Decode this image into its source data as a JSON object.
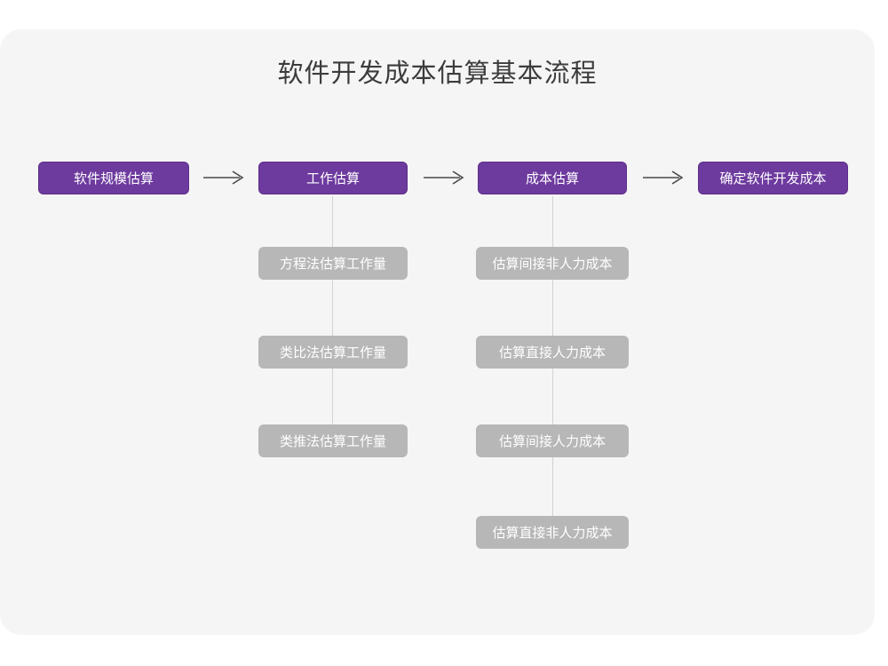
{
  "diagram": {
    "title": "软件开发成本估算基本流程",
    "colors": {
      "canvas": "#ffffff",
      "card": "#f5f5f5",
      "primary_node": "#6d3a9e",
      "secondary_node": "#b7b7b7",
      "node_text": "#ffffff",
      "title_text": "#3c3c3c",
      "arrow": "#4a4a4a",
      "connector_line": "#d2d2d2"
    },
    "main_flow": [
      {
        "id": "step-1",
        "label": "软件规模估算"
      },
      {
        "id": "step-2",
        "label": "工作估算"
      },
      {
        "id": "step-3",
        "label": "成本估算"
      },
      {
        "id": "step-4",
        "label": "确定软件开发成本"
      }
    ],
    "arrows": [
      {
        "id": "arrow-1",
        "glyph": "arrow-right-icon"
      },
      {
        "id": "arrow-2",
        "glyph": "arrow-right-icon"
      },
      {
        "id": "arrow-3",
        "glyph": "arrow-right-icon"
      }
    ],
    "branches": [
      {
        "parent": "工作估算",
        "items": [
          {
            "label": "方程法估算工作量"
          },
          {
            "label": "类比法估算工作量"
          },
          {
            "label": "类推法估算工作量"
          }
        ]
      },
      {
        "parent": "成本估算",
        "items": [
          {
            "label": "估算间接非人力成本"
          },
          {
            "label": "估算直接人力成本"
          },
          {
            "label": "估算间接人力成本"
          },
          {
            "label": "估算直接非人力成本"
          }
        ]
      }
    ]
  }
}
